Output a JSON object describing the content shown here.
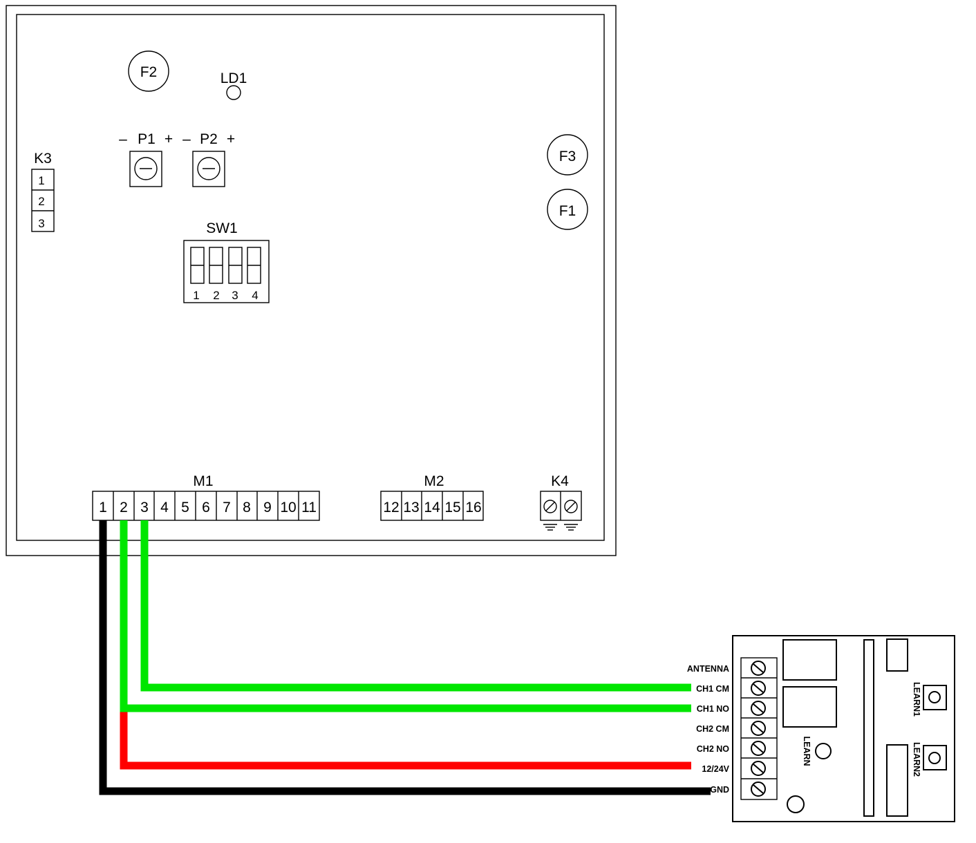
{
  "colors": {
    "wire_black": "#000000",
    "wire_red": "#ff0000",
    "wire_green": "#00e600"
  },
  "board": {
    "components": {
      "f2": "F2",
      "ld1": "LD1",
      "f3": "F3",
      "f1": "F1",
      "p1": "P1",
      "p2": "P2",
      "minus": "–",
      "plus": "+",
      "k3": "K3",
      "k3_pins": [
        "1",
        "2",
        "3"
      ],
      "sw1": "SW1",
      "sw1_pins": [
        "1",
        "2",
        "3",
        "4"
      ],
      "m1": "M1",
      "m2": "M2",
      "k4": "K4"
    },
    "m1_terminals": [
      "1",
      "2",
      "3",
      "4",
      "5",
      "6",
      "7",
      "8",
      "9",
      "10",
      "11"
    ],
    "m2_terminals": [
      "12",
      "13",
      "14",
      "15",
      "16"
    ]
  },
  "receiver": {
    "terminals": [
      "ANTENNA",
      "CH1 CM",
      "CH1 NO",
      "CH2 CM",
      "CH2 NO",
      "12/24V",
      "GND"
    ],
    "learn": "LEARN",
    "learn1": "LEARN1",
    "learn2": "LEARN2"
  },
  "wires": [
    {
      "from_terminal": "1",
      "to_terminal": "GND",
      "color": "black"
    },
    {
      "from_terminal": "2",
      "to_terminal": "12/24V",
      "color": "red"
    },
    {
      "from_terminal": "2",
      "to_terminal": "CH1 NO",
      "color": "green"
    },
    {
      "from_terminal": "3",
      "to_terminal": "CH1 CM",
      "color": "green"
    }
  ]
}
